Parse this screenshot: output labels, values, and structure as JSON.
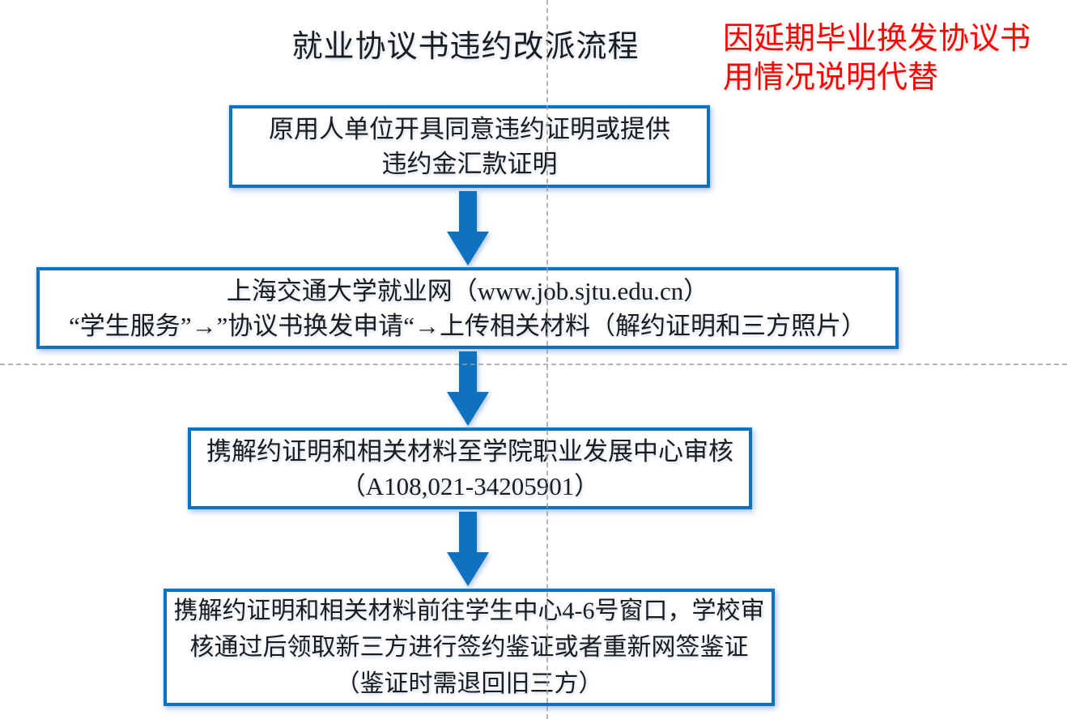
{
  "colors": {
    "accent_blue": "#0e72c0",
    "annotation_red": "#fb0404",
    "guide_gray": "#9b9b9b",
    "text_black": "#1c1c1c"
  },
  "page": {
    "title": "就业协议书违约改派流程",
    "annotation_lines": [
      "因延期毕业换发协议书",
      "用情况说明代替"
    ]
  },
  "flowchart": {
    "type": "vertical-flow",
    "steps": [
      {
        "lines": [
          "原用人单位开具同意违约证明或提供",
          "违约金汇款证明"
        ]
      },
      {
        "lines": [
          "上海交通大学就业网（www.job.sjtu.edu.cn）",
          "“学生服务”→”协议书换发申请“→上传相关材料（解约证明和三方照片）"
        ]
      },
      {
        "lines": [
          "携解约证明和相关材料至学院职业发展中心审核",
          "（A108,021-34205901）"
        ]
      },
      {
        "lines": [
          "携解约证明和相关材料前往学生中心4-6号窗口，学校审",
          "核通过后领取新三方进行签约鉴证或者重新网签鉴证",
          "（鉴证时需退回旧三方）"
        ]
      }
    ],
    "connectors": [
      "down-arrow",
      "down-arrow",
      "down-arrow"
    ]
  }
}
